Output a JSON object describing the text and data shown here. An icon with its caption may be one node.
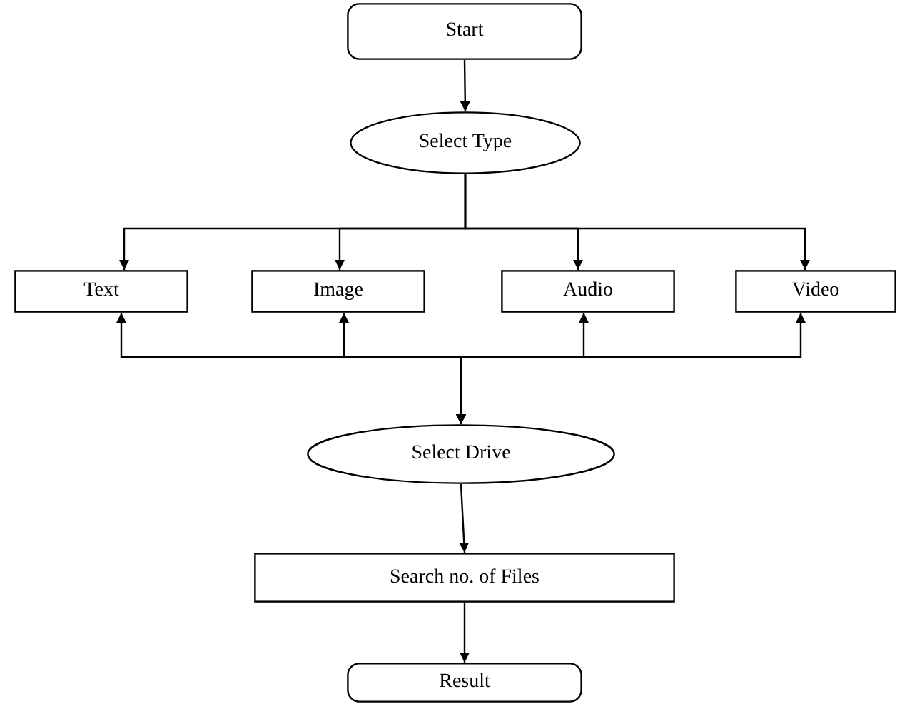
{
  "diagram": {
    "nodes": [
      {
        "text": [
          "Start"
        ]
      },
      {
        "text": [
          "Select Type"
        ]
      },
      {
        "text": [
          "Text"
        ]
      },
      {
        "text": [
          "Image"
        ]
      },
      {
        "text": [
          "Audio"
        ]
      },
      {
        "text": [
          "Video"
        ]
      },
      {
        "text": [
          "Select Drive"
        ]
      },
      {
        "text": [
          "Search no. of Files"
        ]
      },
      {
        "text": [
          "Result"
        ]
      }
    ],
    "edges": [
      {
        "from": 0,
        "to": 1,
        "arrow": "to"
      },
      {
        "from": 1,
        "to": 2,
        "arrow": "to"
      },
      {
        "from": 1,
        "to": 3,
        "arrow": "to"
      },
      {
        "from": 1,
        "to": 4,
        "arrow": "to"
      },
      {
        "from": 1,
        "to": 5,
        "arrow": "to"
      },
      {
        "from": 2,
        "to": 6,
        "arrow": "both"
      },
      {
        "from": 3,
        "to": 6,
        "arrow": "both"
      },
      {
        "from": 4,
        "to": 6,
        "arrow": "both"
      },
      {
        "from": 5,
        "to": 6,
        "arrow": "both"
      },
      {
        "from": 6,
        "to": 7,
        "arrow": "to"
      },
      {
        "from": 7,
        "to": 8,
        "arrow": "to"
      }
    ]
  }
}
